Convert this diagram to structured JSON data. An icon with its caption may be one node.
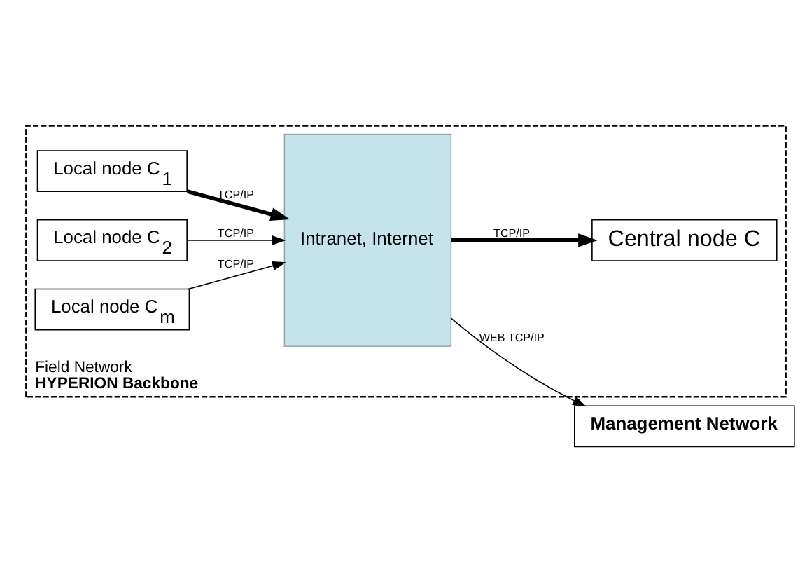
{
  "diagram": {
    "nodes": [
      {
        "text": [
          "Field Network",
          "HYPERION Backbone"
        ]
      },
      {
        "text": [
          "Local node C$_{1}$"
        ],
        "in": 0
      },
      {
        "text": [
          "Local node C$_{2}$"
        ],
        "in": 0
      },
      {
        "text": [
          "Local node C$_{m}$"
        ],
        "in": 0
      },
      {
        "text": [
          "Intranet, Internet"
        ],
        "in": 0
      },
      {
        "text": [
          "Central node C"
        ],
        "in": 0
      },
      {
        "text": [
          "Management Network"
        ]
      }
    ],
    "edges": [
      {
        "from": 1,
        "to": 4,
        "arrow": "to",
        "label": "TCP/IP",
        "style": "thick"
      },
      {
        "from": 2,
        "to": 4,
        "arrow": "to",
        "label": "TCP/IP"
      },
      {
        "from": 3,
        "to": 4,
        "arrow": "to",
        "label": "TCP/IP"
      },
      {
        "from": 4,
        "to": 5,
        "arrow": "to",
        "label": "TCP/IP",
        "style": "thick"
      },
      {
        "from": 4,
        "to": 6,
        "arrow": "to",
        "label": "WEB TCP/IP"
      }
    ]
  }
}
